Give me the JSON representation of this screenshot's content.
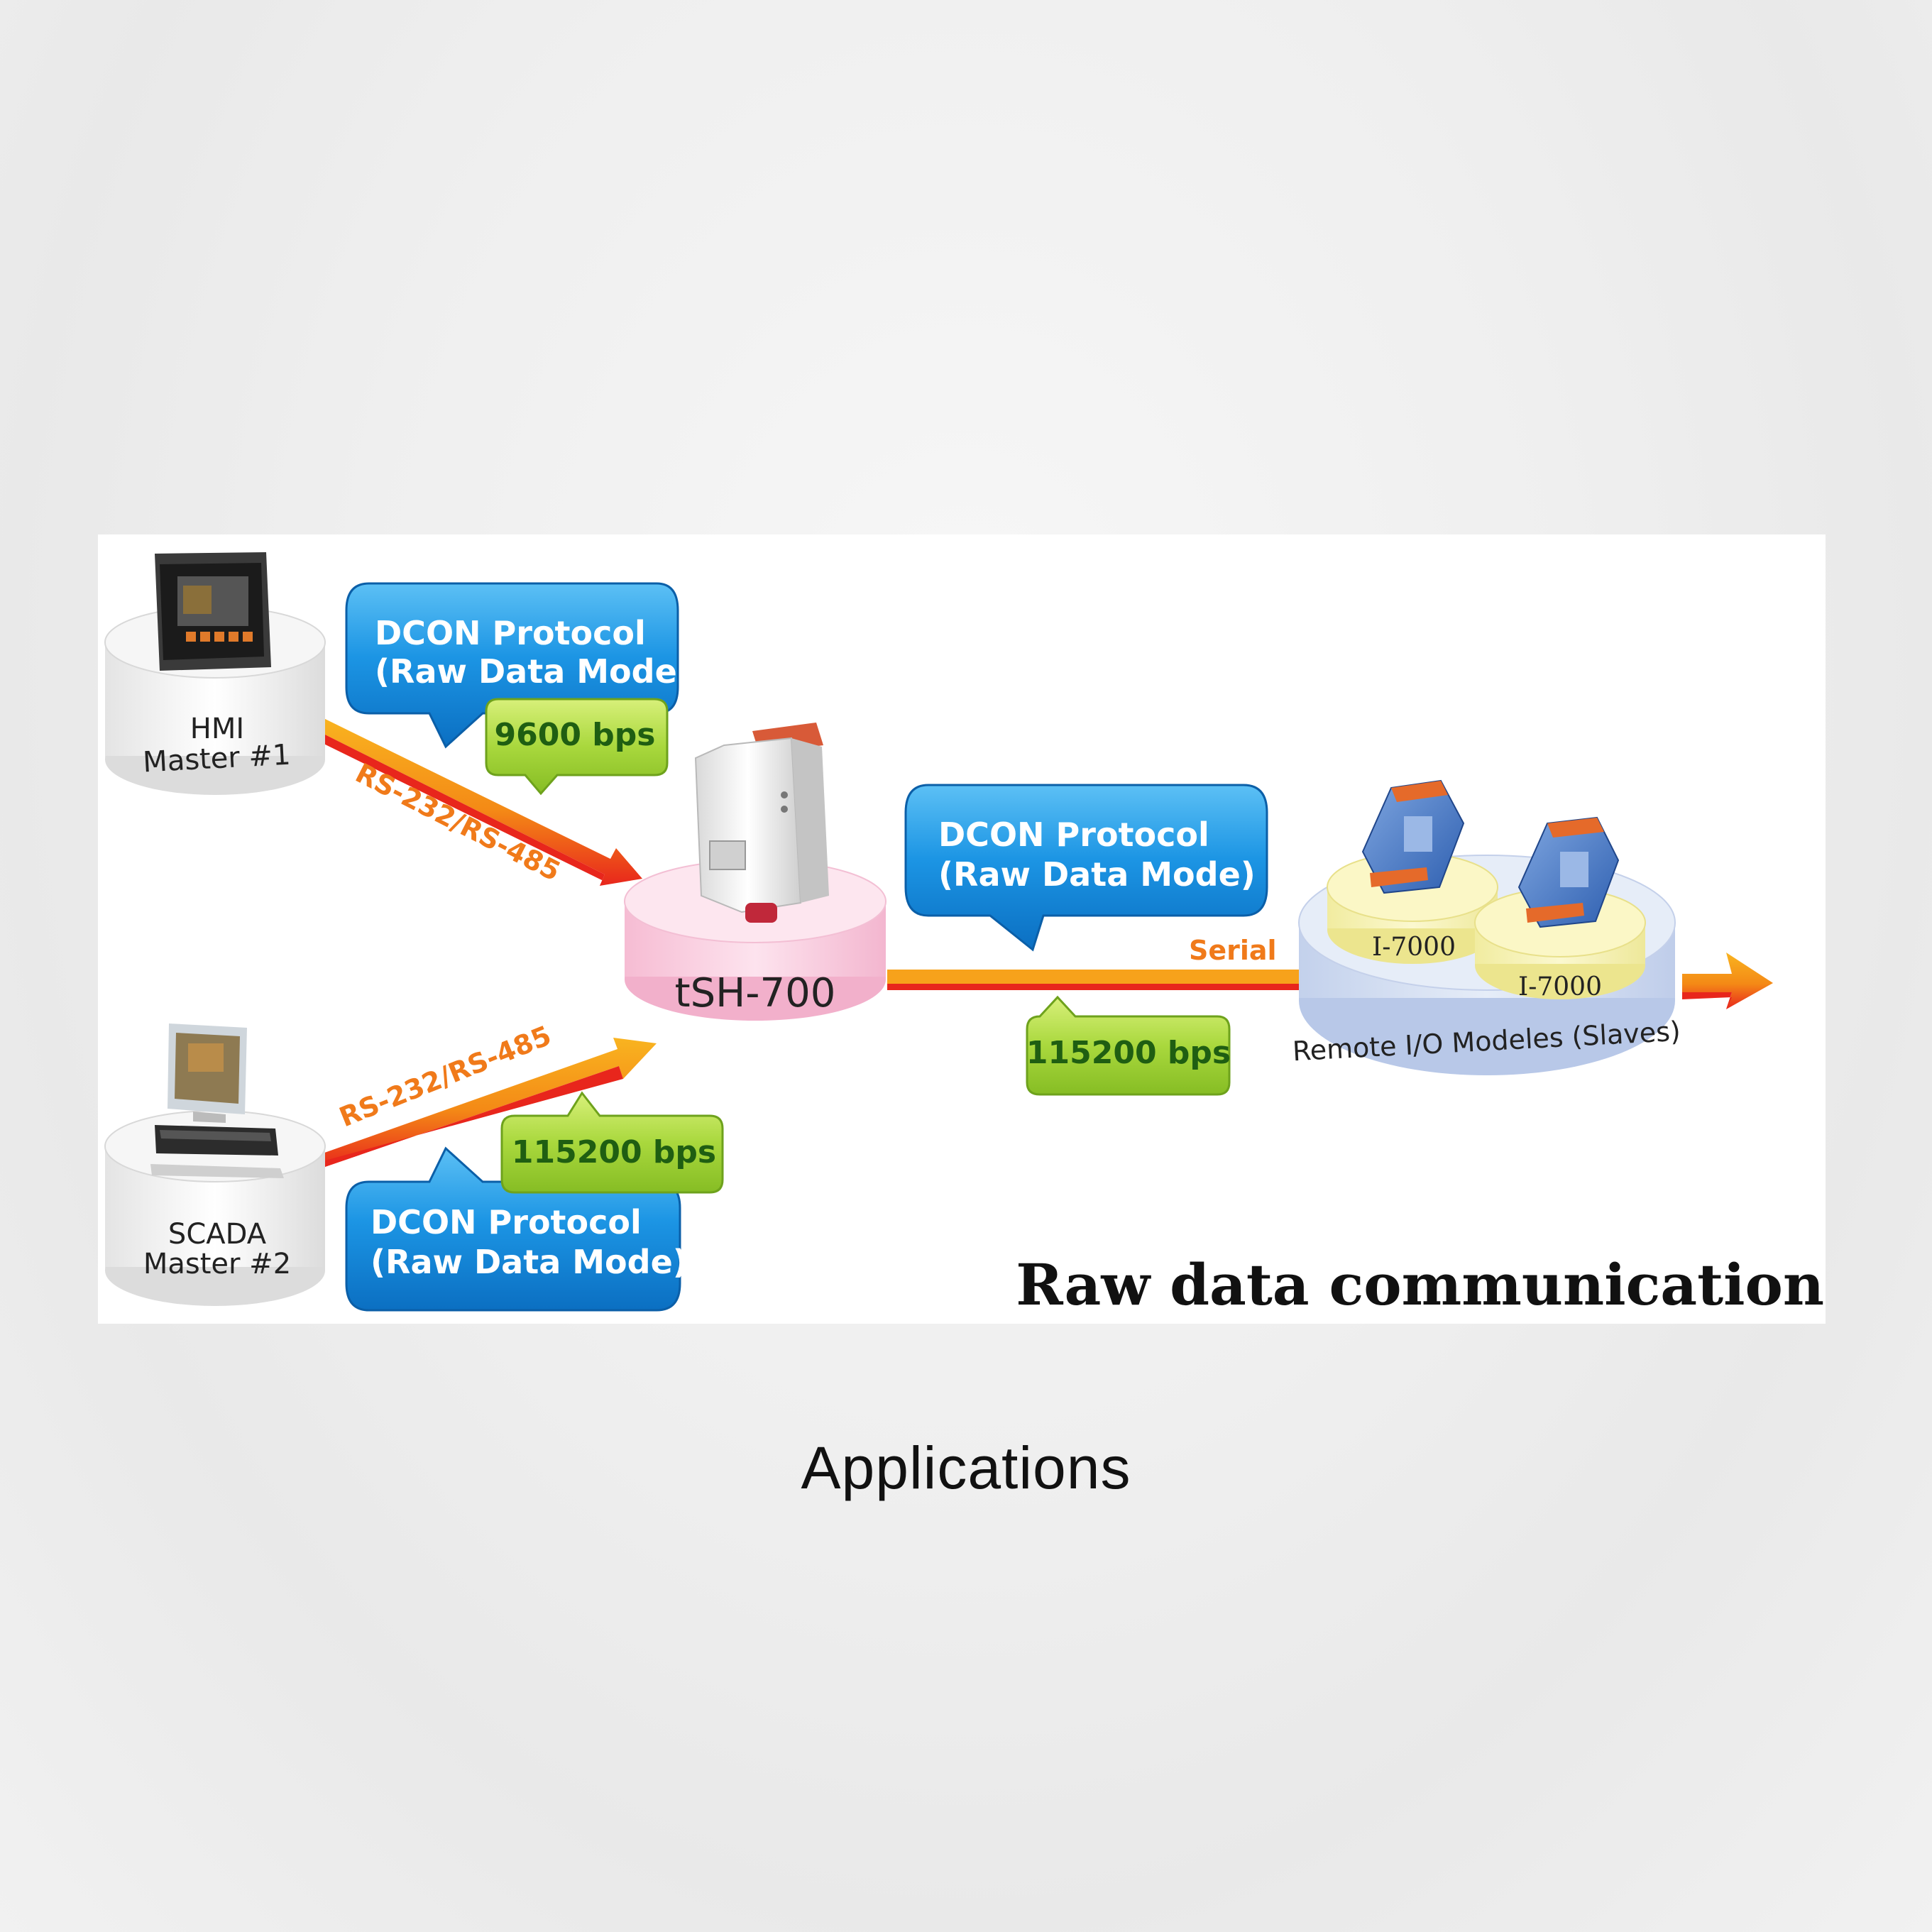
{
  "caption": "Applications",
  "diagram": {
    "title": "Raw data communication",
    "nodes": {
      "hmi": {
        "line1": "HMI",
        "line2": "Master #1"
      },
      "scada": {
        "line1": "SCADA",
        "line2": "Master #2"
      },
      "gateway": {
        "label": "tSH-700"
      },
      "io_a": {
        "label": "I-7000"
      },
      "io_b": {
        "label": "I-7000"
      },
      "slaves": {
        "label": "Remote I/O Modeles (Slaves)"
      }
    },
    "links": {
      "top_left": {
        "label": "RS-232/RS-485"
      },
      "bottom_left": {
        "label": "RS-232/RS-485"
      },
      "right": {
        "label": "Serial"
      }
    },
    "protocol_bubbles": [
      {
        "line1": "DCON Protocol",
        "line2": "(Raw Data Mode)"
      },
      {
        "line1": "DCON Protocol",
        "line2": "(Raw Data Mode)"
      },
      {
        "line1": "DCON Protocol",
        "line2": "(Raw Data Mode)"
      }
    ],
    "speed_badges": [
      {
        "label": "9600 bps"
      },
      {
        "label": "115200 bps"
      },
      {
        "label": "115200 bps"
      }
    ]
  },
  "colors": {
    "arrow_orange": "#f7a21b",
    "arrow_red": "#e8261c",
    "label_orange": "#f07a1a",
    "bubble_blue": "#1a8ee0",
    "badge_green": "#a6d63a",
    "badge_text": "#1f5e12",
    "gateway_pink": "#f9c9dd",
    "slave_disc": "#c9d7ef",
    "io_disc": "#f6f2b4"
  }
}
